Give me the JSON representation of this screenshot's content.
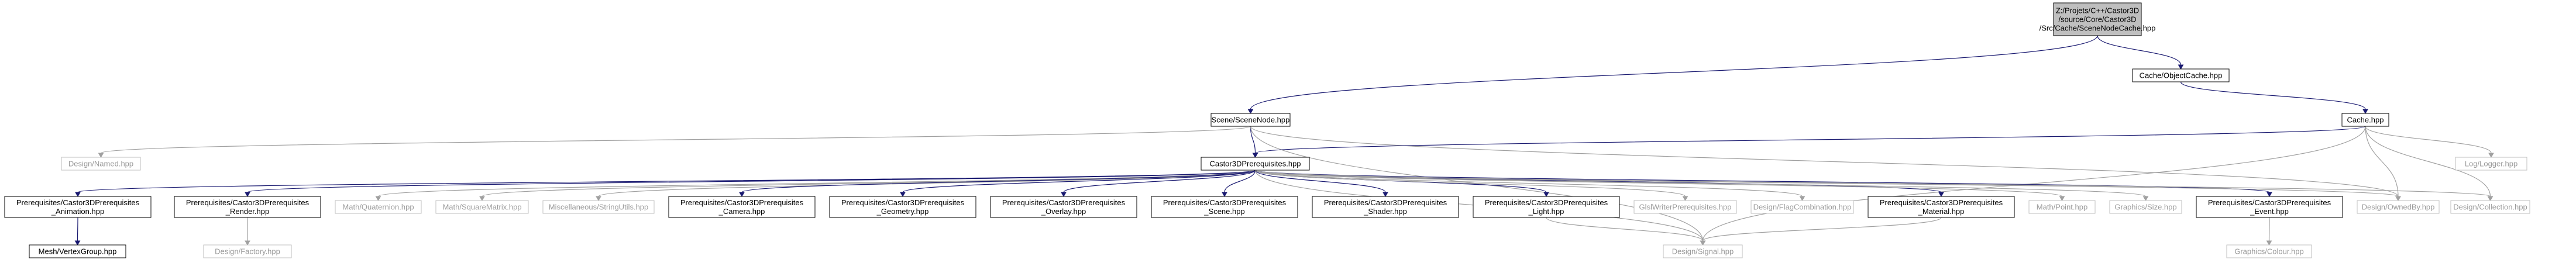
{
  "colors": {
    "edge_include": "#191970",
    "edge_external": "#a0a0a0",
    "main_fill": "#bfbfbf",
    "node_border": "#000000",
    "external_border": "#bfbfbf",
    "external_text": "#9a9a9a"
  },
  "nodes": [
    {
      "id": "root",
      "kind": "main",
      "lines": [
        "Z:/Projets/C++/Castor3D",
        "/source/Core/Castor3D",
        "/Src/Cache/SceneNodeCache.hpp"
      ]
    },
    {
      "id": "scenenode",
      "kind": "normal",
      "lines": [
        "Scene/SceneNode.hpp"
      ]
    },
    {
      "id": "objectcache",
      "kind": "normal",
      "lines": [
        "Cache/ObjectCache.hpp"
      ]
    },
    {
      "id": "cache",
      "kind": "normal",
      "lines": [
        "Cache.hpp"
      ]
    },
    {
      "id": "named",
      "kind": "external",
      "lines": [
        "Design/Named.hpp"
      ]
    },
    {
      "id": "castorprereq",
      "kind": "normal",
      "lines": [
        "Castor3DPrerequisites.hpp"
      ]
    },
    {
      "id": "logger",
      "kind": "external",
      "lines": [
        "Log/Logger.hpp"
      ]
    },
    {
      "id": "p_anim",
      "kind": "normal",
      "lines": [
        "Prerequisites/Castor3DPrerequisites",
        "_Animation.hpp"
      ]
    },
    {
      "id": "p_render",
      "kind": "normal",
      "lines": [
        "Prerequisites/Castor3DPrerequisites",
        "_Render.hpp"
      ]
    },
    {
      "id": "quaternion",
      "kind": "external",
      "lines": [
        "Math/Quaternion.hpp"
      ]
    },
    {
      "id": "squarematrix",
      "kind": "external",
      "lines": [
        "Math/SquareMatrix.hpp"
      ]
    },
    {
      "id": "stringutils",
      "kind": "external",
      "lines": [
        "Miscellaneous/StringUtils.hpp"
      ]
    },
    {
      "id": "p_camera",
      "kind": "normal",
      "lines": [
        "Prerequisites/Castor3DPrerequisites",
        "_Camera.hpp"
      ]
    },
    {
      "id": "p_geometry",
      "kind": "normal",
      "lines": [
        "Prerequisites/Castor3DPrerequisites",
        "_Geometry.hpp"
      ]
    },
    {
      "id": "p_overlay",
      "kind": "normal",
      "lines": [
        "Prerequisites/Castor3DPrerequisites",
        "_Overlay.hpp"
      ]
    },
    {
      "id": "p_scene",
      "kind": "normal",
      "lines": [
        "Prerequisites/Castor3DPrerequisites",
        "_Scene.hpp"
      ]
    },
    {
      "id": "p_shader",
      "kind": "normal",
      "lines": [
        "Prerequisites/Castor3DPrerequisites",
        "_Shader.hpp"
      ]
    },
    {
      "id": "p_light",
      "kind": "normal",
      "lines": [
        "Prerequisites/Castor3DPrerequisites",
        "_Light.hpp"
      ]
    },
    {
      "id": "glslwriter",
      "kind": "external",
      "lines": [
        "GlslWriterPrerequisites.hpp"
      ]
    },
    {
      "id": "flagcomb",
      "kind": "external",
      "lines": [
        "Design/FlagCombination.hpp"
      ]
    },
    {
      "id": "p_material",
      "kind": "normal",
      "lines": [
        "Prerequisites/Castor3DPrerequisites",
        "_Material.hpp"
      ]
    },
    {
      "id": "point",
      "kind": "external",
      "lines": [
        "Math/Point.hpp"
      ]
    },
    {
      "id": "size",
      "kind": "external",
      "lines": [
        "Graphics/Size.hpp"
      ]
    },
    {
      "id": "p_event",
      "kind": "normal",
      "lines": [
        "Prerequisites/Castor3DPrerequisites",
        "_Event.hpp"
      ]
    },
    {
      "id": "ownedby",
      "kind": "external",
      "lines": [
        "Design/OwnedBy.hpp"
      ]
    },
    {
      "id": "collection",
      "kind": "external",
      "lines": [
        "Design/Collection.hpp"
      ]
    },
    {
      "id": "vertexgroup",
      "kind": "normal",
      "lines": [
        "Mesh/VertexGroup.hpp"
      ]
    },
    {
      "id": "factory",
      "kind": "external",
      "lines": [
        "Design/Factory.hpp"
      ]
    },
    {
      "id": "signal",
      "kind": "external",
      "lines": [
        "Design/Signal.hpp"
      ]
    },
    {
      "id": "colour",
      "kind": "external",
      "lines": [
        "Graphics/Colour.hpp"
      ]
    }
  ],
  "edges": [
    {
      "from": "root",
      "to": "scenenode",
      "kind": "include"
    },
    {
      "from": "root",
      "to": "objectcache",
      "kind": "include"
    },
    {
      "from": "objectcache",
      "to": "cache",
      "kind": "include"
    },
    {
      "from": "scenenode",
      "to": "named",
      "kind": "external"
    },
    {
      "from": "scenenode",
      "to": "castorprereq",
      "kind": "include"
    },
    {
      "from": "scenenode",
      "to": "ownedby",
      "kind": "external"
    },
    {
      "from": "scenenode",
      "to": "signal",
      "kind": "external"
    },
    {
      "from": "cache",
      "to": "castorprereq",
      "kind": "include"
    },
    {
      "from": "cache",
      "to": "logger",
      "kind": "external"
    },
    {
      "from": "cache",
      "to": "ownedby",
      "kind": "external"
    },
    {
      "from": "cache",
      "to": "collection",
      "kind": "external"
    },
    {
      "from": "cache",
      "to": "signal",
      "kind": "external"
    },
    {
      "from": "castorprereq",
      "to": "p_anim",
      "kind": "include"
    },
    {
      "from": "castorprereq",
      "to": "p_render",
      "kind": "include"
    },
    {
      "from": "castorprereq",
      "to": "quaternion",
      "kind": "external"
    },
    {
      "from": "castorprereq",
      "to": "squarematrix",
      "kind": "external"
    },
    {
      "from": "castorprereq",
      "to": "stringutils",
      "kind": "external"
    },
    {
      "from": "castorprereq",
      "to": "p_camera",
      "kind": "include"
    },
    {
      "from": "castorprereq",
      "to": "p_geometry",
      "kind": "include"
    },
    {
      "from": "castorprereq",
      "to": "p_overlay",
      "kind": "include"
    },
    {
      "from": "castorprereq",
      "to": "p_scene",
      "kind": "include"
    },
    {
      "from": "castorprereq",
      "to": "p_shader",
      "kind": "include"
    },
    {
      "from": "castorprereq",
      "to": "p_light",
      "kind": "include"
    },
    {
      "from": "castorprereq",
      "to": "glslwriter",
      "kind": "external"
    },
    {
      "from": "castorprereq",
      "to": "flagcomb",
      "kind": "external"
    },
    {
      "from": "castorprereq",
      "to": "p_material",
      "kind": "include"
    },
    {
      "from": "castorprereq",
      "to": "point",
      "kind": "external"
    },
    {
      "from": "castorprereq",
      "to": "size",
      "kind": "external"
    },
    {
      "from": "castorprereq",
      "to": "p_event",
      "kind": "include"
    },
    {
      "from": "castorprereq",
      "to": "ownedby",
      "kind": "external"
    },
    {
      "from": "castorprereq",
      "to": "collection",
      "kind": "external"
    },
    {
      "from": "p_anim",
      "to": "vertexgroup",
      "kind": "include"
    },
    {
      "from": "p_render",
      "to": "factory",
      "kind": "external"
    },
    {
      "from": "p_light",
      "to": "signal",
      "kind": "external"
    },
    {
      "from": "p_material",
      "to": "signal",
      "kind": "external"
    },
    {
      "from": "p_event",
      "to": "colour",
      "kind": "external"
    },
    {
      "from": "castorprereq",
      "to": "signal",
      "kind": "external"
    }
  ]
}
